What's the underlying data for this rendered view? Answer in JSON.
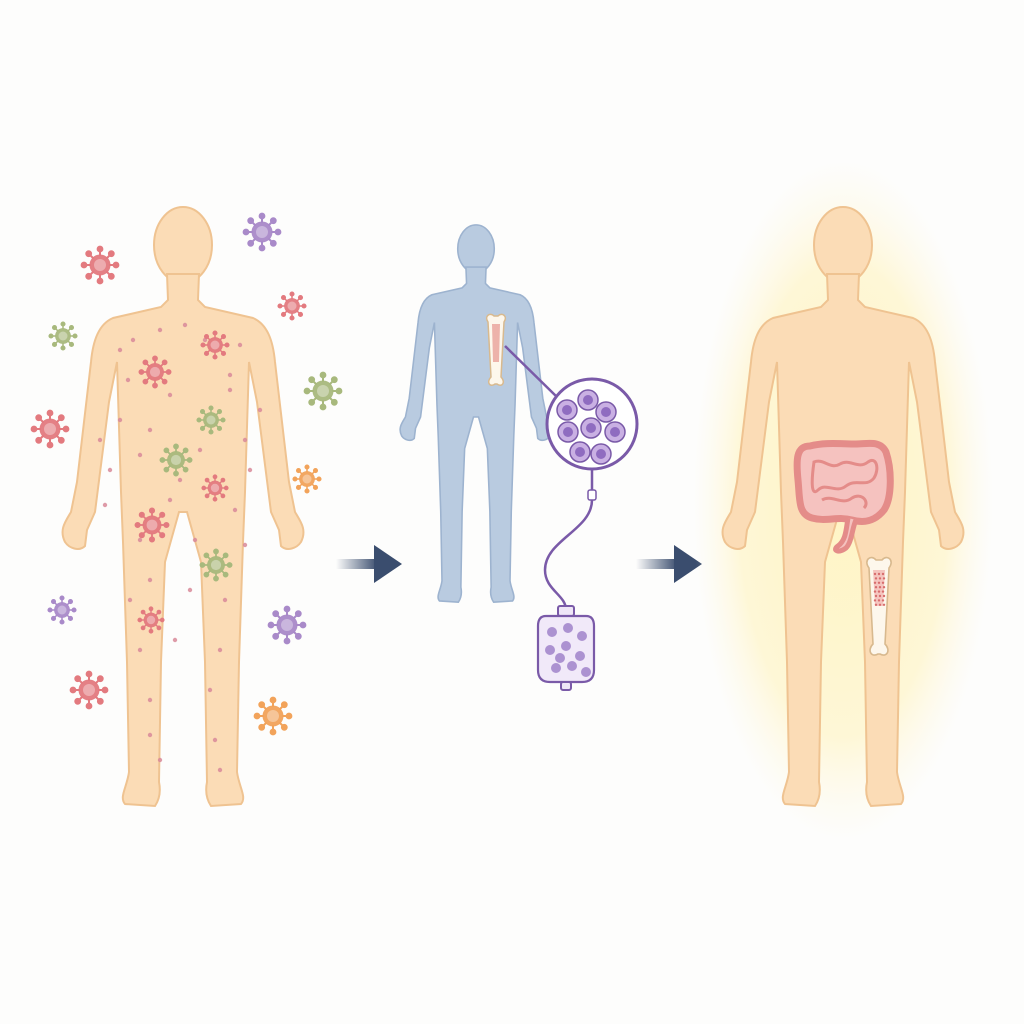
{
  "colors": {
    "background": "#fdfdfc",
    "skin": "#fbdcb6",
    "skin_outline": "#efc391",
    "donor_body": "#b9cbe0",
    "donor_outline": "#9db3cf",
    "arrow": "#3a4d6e",
    "pathogen_red": "#e37a7f",
    "pathogen_purple": "#a98ac9",
    "pathogen_green": "#a8b97d",
    "pathogen_orange": "#f2a35a",
    "stem_cell": "#c9b0e3",
    "stem_nucleus": "#8f6cc0",
    "line_purple": "#7a5aa8",
    "intestine": "#ec9c9a",
    "marrow_red": "#d86e6e",
    "bone": "#fdf7ec",
    "glow": "#fff2b8"
  },
  "panels": [
    {
      "name": "patient-infected",
      "icon": "infected-body-icon"
    },
    {
      "name": "donor-transplant",
      "icon": "stem-cell-bag-icon"
    },
    {
      "name": "patient-recovered",
      "icon": "healthy-body-icon"
    }
  ]
}
